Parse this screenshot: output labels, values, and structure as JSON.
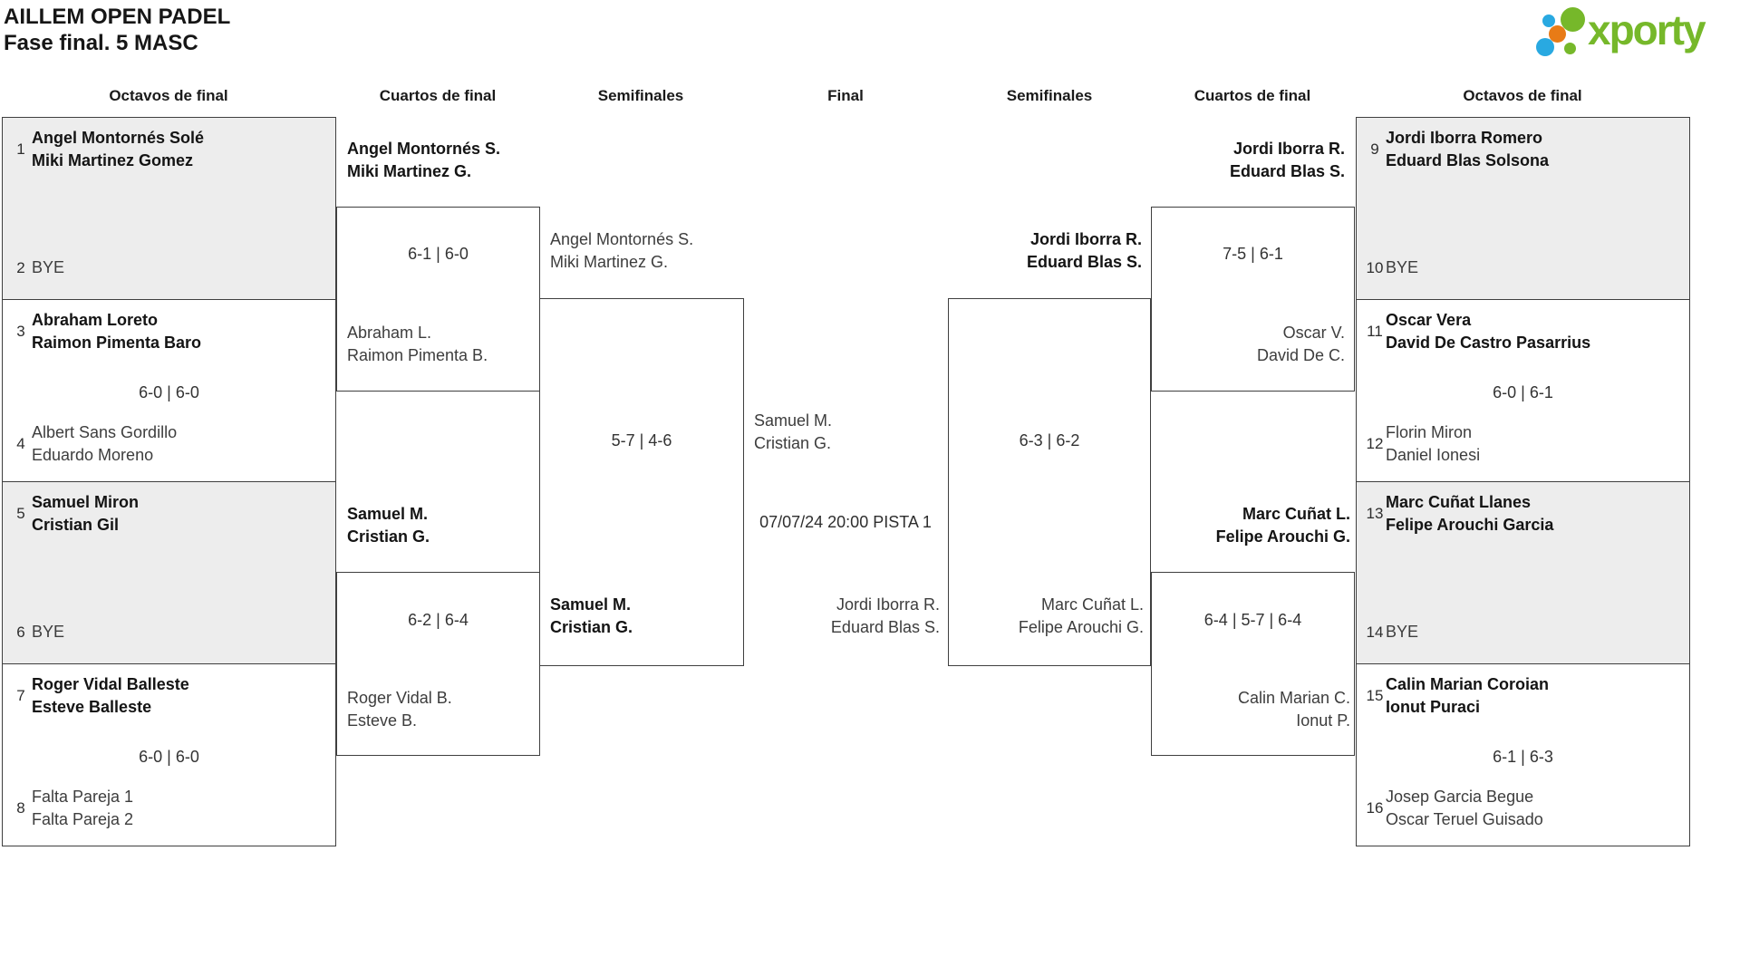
{
  "header": {
    "title_line1": "AILLEM OPEN PADEL",
    "title_line2": "Fase final. 5 MASC"
  },
  "logo": {
    "text": "xporty",
    "green": "#76b82a",
    "blue": "#29a9e1",
    "orange": "#e87b16"
  },
  "round_headers": [
    "Octavos de final",
    "Cuartos de final",
    "Semifinales",
    "Final",
    "Semifinales",
    "Cuartos de final",
    "Octavos de final"
  ],
  "octavos_left": [
    {
      "seed_top": "1",
      "top_team": [
        "Angel Montornés Solé",
        "Miki Martinez Gomez"
      ],
      "seed_bottom": "2",
      "bottom_team": [
        "BYE"
      ]
    },
    {
      "seed_top": "3",
      "top_team": [
        "Abraham Loreto",
        "Raimon Pimenta Baro"
      ],
      "score": "6-0 | 6-0",
      "seed_bottom": "4",
      "bottom_team": [
        "Albert Sans Gordillo",
        "Eduardo Moreno"
      ]
    },
    {
      "seed_top": "5",
      "top_team": [
        "Samuel Miron",
        "Cristian Gil"
      ],
      "seed_bottom": "6",
      "bottom_team": [
        "BYE"
      ]
    },
    {
      "seed_top": "7",
      "top_team": [
        "Roger Vidal Balleste",
        "Esteve Balleste"
      ],
      "score": "6-0 | 6-0",
      "seed_bottom": "8",
      "bottom_team": [
        "Falta Pareja 1",
        "Falta Pareja 2"
      ]
    }
  ],
  "cuartos_left": [
    {
      "top_team": [
        "Angel Montornés S.",
        "Miki Martinez G."
      ],
      "score": "6-1 | 6-0",
      "bottom_team": [
        "Abraham L.",
        "Raimon Pimenta B."
      ]
    },
    {
      "top_team": [
        "Samuel M.",
        "Cristian G."
      ],
      "score": "6-2 | 6-4",
      "bottom_team": [
        "Roger Vidal B.",
        "Esteve B."
      ]
    }
  ],
  "semifinal_left": {
    "top_team": [
      "Angel Montornés S.",
      "Miki Martinez G."
    ],
    "score": "5-7 | 4-6",
    "bottom_team": [
      "Samuel M.",
      "Cristian G."
    ]
  },
  "final": {
    "top_team": [
      "Samuel M.",
      "Cristian G."
    ],
    "schedule": "07/07/24 20:00 PISTA 1",
    "bottom_team": [
      "Jordi Iborra R.",
      "Eduard Blas S."
    ]
  },
  "semifinal_right": {
    "top_team": [
      "Jordi Iborra R.",
      "Eduard Blas S."
    ],
    "score": "6-3 | 6-2",
    "bottom_team": [
      "Marc Cuñat L.",
      "Felipe Arouchi G."
    ]
  },
  "cuartos_right": [
    {
      "top_team": [
        "Jordi Iborra R.",
        "Eduard Blas S."
      ],
      "score": "7-5 | 6-1",
      "bottom_team": [
        "Oscar V.",
        "David De C."
      ]
    },
    {
      "top_team": [
        "Marc Cuñat L.",
        "Felipe Arouchi G."
      ],
      "score": "6-4 | 5-7 | 6-4",
      "bottom_team": [
        "Calin Marian C.",
        "Ionut P."
      ]
    }
  ],
  "octavos_right": [
    {
      "seed_top": "9",
      "top_team": [
        "Jordi Iborra Romero",
        "Eduard Blas Solsona"
      ],
      "seed_bottom": "10",
      "bottom_team": [
        "BYE"
      ]
    },
    {
      "seed_top": "11",
      "top_team": [
        "Oscar Vera",
        "David De Castro Pasarrius"
      ],
      "score": "6-0 | 6-1",
      "seed_bottom": "12",
      "bottom_team": [
        "Florin Miron",
        "Daniel Ionesi"
      ]
    },
    {
      "seed_top": "13",
      "top_team": [
        "Marc Cuñat Llanes",
        "Felipe Arouchi Garcia"
      ],
      "seed_bottom": "14",
      "bottom_team": [
        "BYE"
      ]
    },
    {
      "seed_top": "15",
      "top_team": [
        "Calin Marian Coroian",
        "Ionut Puraci"
      ],
      "score": "6-1 | 6-3",
      "seed_bottom": "16",
      "bottom_team": [
        "Josep Garcia Begue",
        "Oscar Teruel Guisado"
      ]
    }
  ]
}
